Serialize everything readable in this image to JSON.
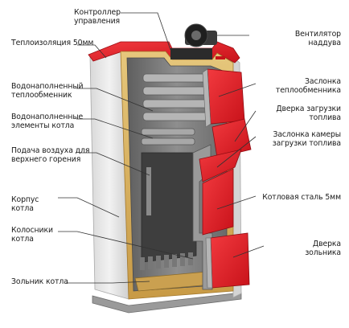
{
  "colors": {
    "accent_red": "#e01a22",
    "insulation": "#d9b25e",
    "steel_gray": "#8c8c8c",
    "leader_line": "#333333"
  },
  "labels": {
    "controller": [
      "Контроллер",
      "управления"
    ],
    "fan": [
      "Вентилятор",
      "наддува"
    ],
    "insulation": [
      "Теплоизоляция 50мм"
    ],
    "heat_exchanger": [
      "Водонаполненный",
      "теплообменник"
    ],
    "water_elements": [
      "Водонаполненные",
      "элементы котла"
    ],
    "air_supply": [
      "Подача воздуха для",
      "верхнего горения"
    ],
    "body": [
      "Корпус",
      "котла"
    ],
    "grates": [
      "Колосники",
      "котла"
    ],
    "ash_box": [
      "Зольник котла"
    ],
    "exchanger_damper": [
      "Заслонка",
      "теплообменника"
    ],
    "load_door": [
      "Дверка загрузки",
      "топлива"
    ],
    "chamber_damper": [
      "Заслонка камеры",
      "загрузки топлива"
    ],
    "steel": [
      "Котловая сталь 5мм"
    ],
    "ash_door": [
      "Дверка",
      "зольника"
    ]
  }
}
